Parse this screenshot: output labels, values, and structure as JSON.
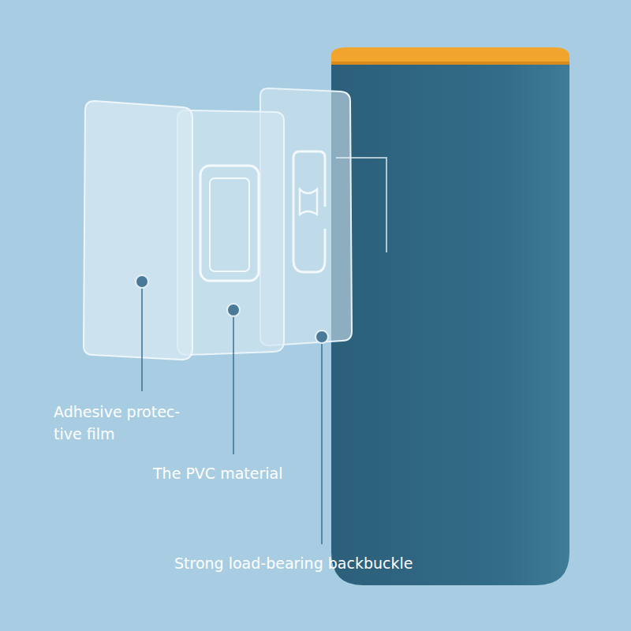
{
  "diagram": {
    "labels": [
      "Adhesive protec- tive film",
      "The PVC material",
      "Strong load-bearing backbuckle"
    ]
  }
}
